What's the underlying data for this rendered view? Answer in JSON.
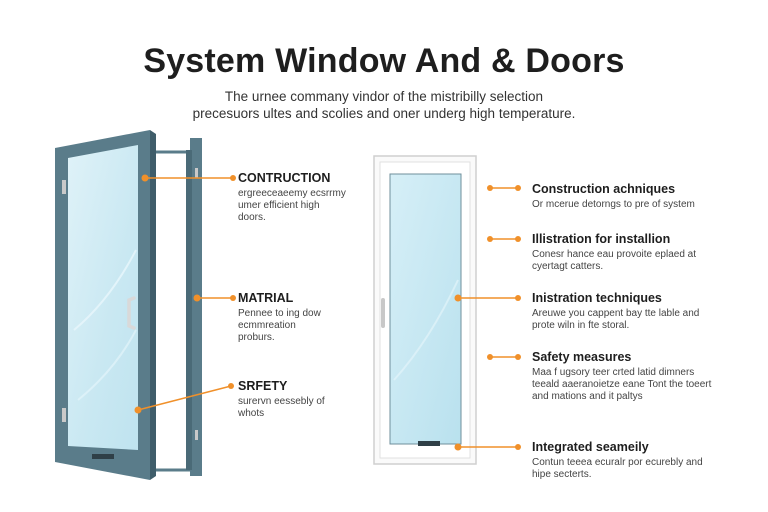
{
  "header": {
    "title": "System Window And & Doors",
    "subtitle_lines": [
      "The urnee commany vindor of the mistribilly selection",
      "precesuors ultes and scolies and oner underg high temperature."
    ]
  },
  "left_callouts": [
    {
      "heading": "CONTRUCTION",
      "body": [
        "ergreeceaeemy ecsrrmy",
        "umer efficient high",
        "doors."
      ]
    },
    {
      "heading": "MATRIAL",
      "body": [
        "Pennee to ing dow",
        "ecmmreation",
        "proburs."
      ]
    },
    {
      "heading": "SRFETY",
      "body": [
        "surervn eessebly of",
        "whots"
      ]
    }
  ],
  "right_callouts": [
    {
      "heading": "Construction achniques",
      "body": [
        "Or mcerue detorngs to pre of system"
      ]
    },
    {
      "heading": "Illistration for installion",
      "body": [
        "Conesr hance eau provoite eplaed at",
        "cyertagt catters."
      ]
    },
    {
      "heading": "Inistration techniques",
      "body": [
        "Areuwe you cappent bay tte lable and",
        "prote wiln in fte storal."
      ]
    },
    {
      "heading": "Safety measures",
      "body": [
        "Maa f ugsory teer crted latid dimners",
        "teeald aaeranoietze eane Tont the toeert",
        "and mations and it paltys"
      ]
    },
    {
      "heading": "Integrated seameily",
      "body": [
        "Contun teeea ecuralr por ecurebly and",
        "hipe secterts."
      ]
    }
  ],
  "colors": {
    "accent": "#f0902a",
    "frame": "#5a7c8a",
    "glass": "#cfeaf3",
    "panel_frame": "#d8d8d8"
  }
}
